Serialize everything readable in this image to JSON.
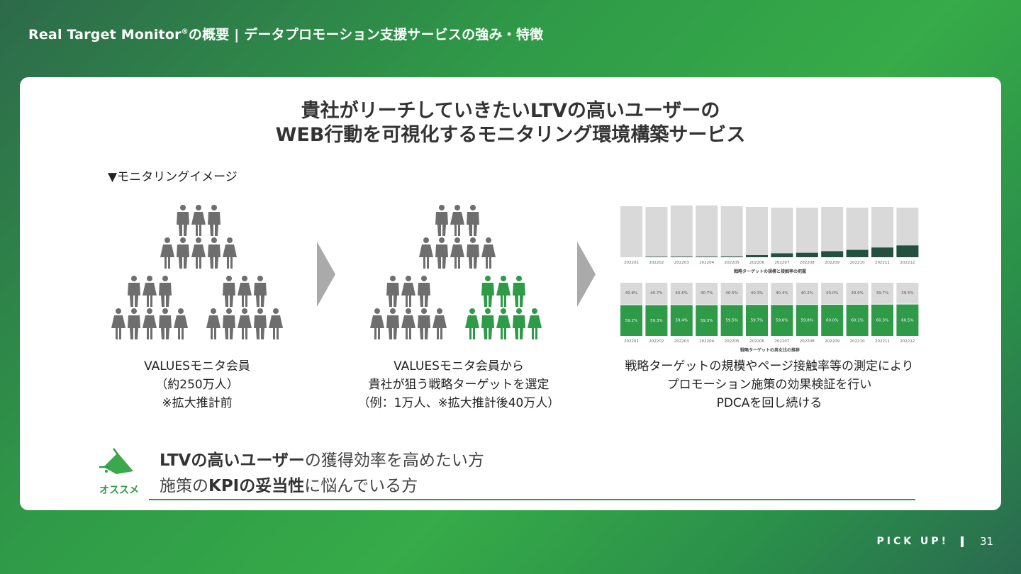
{
  "header": {
    "brand": "Real Target Monitor",
    "reg_mark": "®",
    "title_rest": "の概要 | データプロモーション支援サービスの強み・特徴"
  },
  "headline": {
    "line1": "貴社がリーチしていきたいLTVの高いユーザーの",
    "line2": "WEB行動を可視化するモニタリング環境構築サービス"
  },
  "section_label": "▼モニタリングイメージ",
  "steps": [
    {
      "lines": [
        "VALUESモニタ会員",
        "（約250万人）",
        "※拡大推計前"
      ]
    },
    {
      "lines": [
        "VALUESモニタ会員から",
        "貴社が狙う戦略ターゲットを選定",
        "（例：1万人、※拡大推計後40万人）"
      ]
    },
    {
      "lines": [
        "戦略ターゲットの規模やページ接触率等の測定により",
        "プロモーション施策の効果検証を行い",
        "PDCAを回し続ける"
      ]
    }
  ],
  "chart_data": [
    {
      "type": "bar",
      "title": "戦略ターゲットの規模と接触率の把握",
      "categories": [
        "202201",
        "202202",
        "202203",
        "202204",
        "202205",
        "202206",
        "202207",
        "202208",
        "202209",
        "202210",
        "202211",
        "202212"
      ],
      "series": [
        {
          "values": [
            0.0,
            1.0,
            1.2,
            1.2,
            1.5,
            4.0,
            7.5,
            8.5,
            11.5,
            14.0,
            18.5,
            22.5
          ]
        }
      ],
      "ylim": [
        0,
        100
      ]
    },
    {
      "type": "bar",
      "title": "戦略ターゲットの男女比の推移",
      "categories": [
        "202201",
        "202202",
        "202203",
        "202204",
        "202205",
        "202206",
        "202207",
        "202208",
        "202209",
        "202210",
        "202211",
        "202212"
      ],
      "series": [
        {
          "values": [
            40.8,
            40.7,
            40.6,
            40.7,
            40.5,
            40.3,
            40.4,
            40.2,
            40.0,
            39.9,
            39.7,
            39.5
          ],
          "labels": [
            "40.8%",
            "40.7%",
            "40.6%",
            "40.7%",
            "40.5%",
            "40.3%",
            "40.4%",
            "40.2%",
            "40.0%",
            "39.9%",
            "39.7%",
            "39.5%"
          ]
        },
        {
          "values": [
            59.2,
            59.3,
            59.4,
            59.3,
            59.5,
            59.7,
            59.6,
            59.8,
            60.0,
            60.1,
            60.3,
            60.5
          ],
          "labels": [
            "59.2%",
            "59.3%",
            "59.4%",
            "59.3%",
            "59.5%",
            "59.7%",
            "59.6%",
            "59.8%",
            "60.0%",
            "60.1%",
            "60.3%",
            "60.5%"
          ]
        }
      ],
      "ylim": [
        0,
        100
      ]
    }
  ],
  "recommend": {
    "label": "オススメ",
    "line1_bold": "LTVの高いユーザー",
    "line1_rest": "の獲得効率を高めたい方",
    "line2_pre": "施策の",
    "line2_bold": "KPIの妥当性",
    "line2_rest": "に悩んでいる方"
  },
  "footer": {
    "pick_up": "PICK UP!",
    "page": "31"
  },
  "colors": {
    "accent_green": "#2f9a48",
    "dark_green": "#24503f",
    "figure_gray": "#6e6e6e",
    "bar_gray": "#d9d9d9"
  }
}
